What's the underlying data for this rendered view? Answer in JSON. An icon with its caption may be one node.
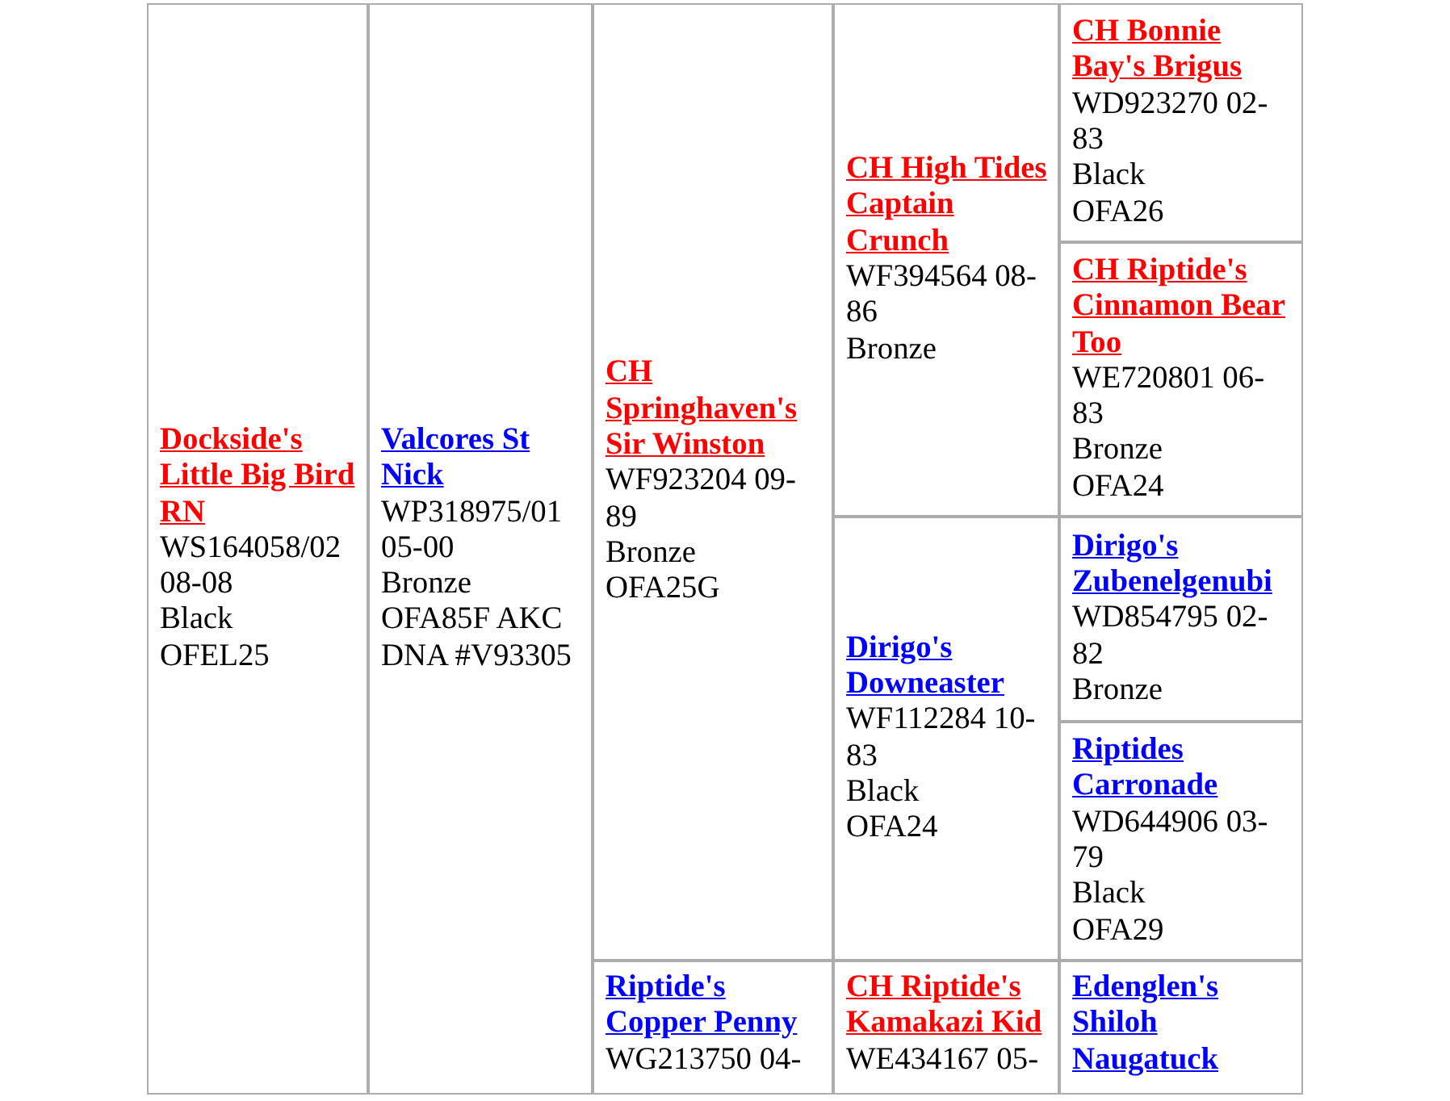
{
  "diagram": {
    "nodes": [
      {
        "text": [
          "Dockside's Little Big Bird RN",
          "WS164058/02 08-08",
          "Black",
          "OFEL25"
        ]
      },
      {
        "text": [
          "Valcores St Nick",
          "WP318975/01 05-00",
          "Bronze",
          "OFA85F AKC DNA #V93305"
        ]
      },
      {
        "text": [
          "CH Springhaven's Sir Winston",
          "WF923204 09-89",
          "Bronze",
          "OFA25G"
        ]
      },
      {
        "text": [
          "CH High Tides Captain Crunch",
          "WF394564 08-86",
          "Bronze"
        ]
      },
      {
        "text": [
          "CH Bonnie Bay's Brigus",
          "WD923270 02-83",
          "Black",
          "OFA26"
        ]
      },
      {
        "text": [
          "CH Riptide's Cinnamon Bear Too",
          "WE720801 06-83",
          "Bronze",
          "OFA24"
        ]
      },
      {
        "text": [
          "Dirigo's Downeaster",
          "WF112284 10-83",
          "Black",
          "OFA24"
        ]
      },
      {
        "text": [
          "Dirigo's Zubenelgenubi",
          "WD854795 02-82",
          "Bronze"
        ]
      },
      {
        "text": [
          "Riptides Carronade",
          "WD644906 03-79",
          "Black",
          "OFA29"
        ]
      },
      {
        "text": [
          "Riptide's Copper Penny",
          "WG213750 04-"
        ]
      },
      {
        "text": [
          "CH Riptide's Kamakazi Kid",
          "WE434167 05-"
        ]
      },
      {
        "text": [
          "Edenglen's Shiloh Naugatuck"
        ]
      }
    ]
  }
}
